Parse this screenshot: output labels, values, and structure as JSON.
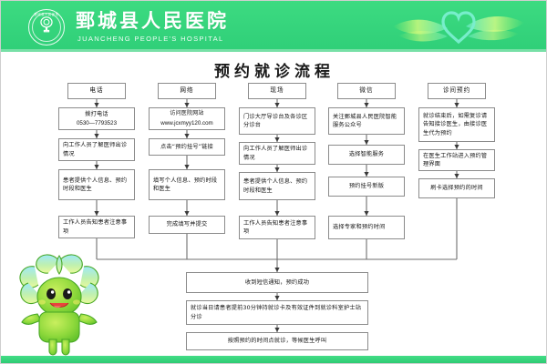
{
  "header": {
    "hospital_name": "鄄城县人民医院",
    "hospital_name_en": "JUANCHENG PEOPLE'S HOSPITAL",
    "logo_arc_text": "鄄城县人民医院",
    "brand_green": "#35d47c",
    "ribbon_icon": "heart-ribbon-icon"
  },
  "title": "预约就诊流程",
  "chart_data": {
    "type": "diagram",
    "title": "预约就诊流程",
    "columns": [
      {
        "header": "电话",
        "steps": [
          {
            "line1": "拨打电话",
            "line2": "0530—7793523"
          },
          {
            "line1": "向工作人员了解医师出诊情况"
          },
          {
            "line1": "患者提供个人信息、预约时段和医生"
          },
          {
            "line1": "工作人员告知患者注意事项"
          }
        ]
      },
      {
        "header": "网络",
        "steps": [
          {
            "line1": "访问医院网站",
            "line2": "www.jcxmyy120.com"
          },
          {
            "line1": "点击“预约挂号”链接"
          },
          {
            "line1": "填写个人信息、预约时段和医生"
          },
          {
            "line1": "完成填写并提交"
          }
        ]
      },
      {
        "header": "现场",
        "steps": [
          {
            "line1": "门诊大厅导诊台及各诊区分诊台"
          },
          {
            "line1": "向工作人员了解医师出诊情况"
          },
          {
            "line1": "患者提供个人信息、预约时段和医生"
          },
          {
            "line1": "工作人员告知患者注意事项"
          }
        ]
      },
      {
        "header": "微信",
        "steps": [
          {
            "line1": "关注鄄城县人民医院智能服务公众号"
          },
          {
            "line1": "选择智能服务"
          },
          {
            "line1": "预约挂号新版"
          },
          {
            "line1": "选择专家和预约时间"
          }
        ]
      },
      {
        "header": "诊间预约",
        "steps": [
          {
            "line1": "就诊结束后，如需复诊请告知接诊医生，由接诊医生代为预约"
          },
          {
            "line1": "在医生工作站进入预约管理界面"
          },
          {
            "line1": "刷卡选择预约的时间"
          }
        ]
      }
    ],
    "merged_steps": [
      "收到短信通知，预约成功",
      "就诊当日请患者提前30分钟持就诊卡及有效证件到就诊科室护士站分诊",
      "按照预约的时间点就诊，等候医生呼叫"
    ]
  },
  "mascot": {
    "name": "hospital-mascot-icon"
  }
}
